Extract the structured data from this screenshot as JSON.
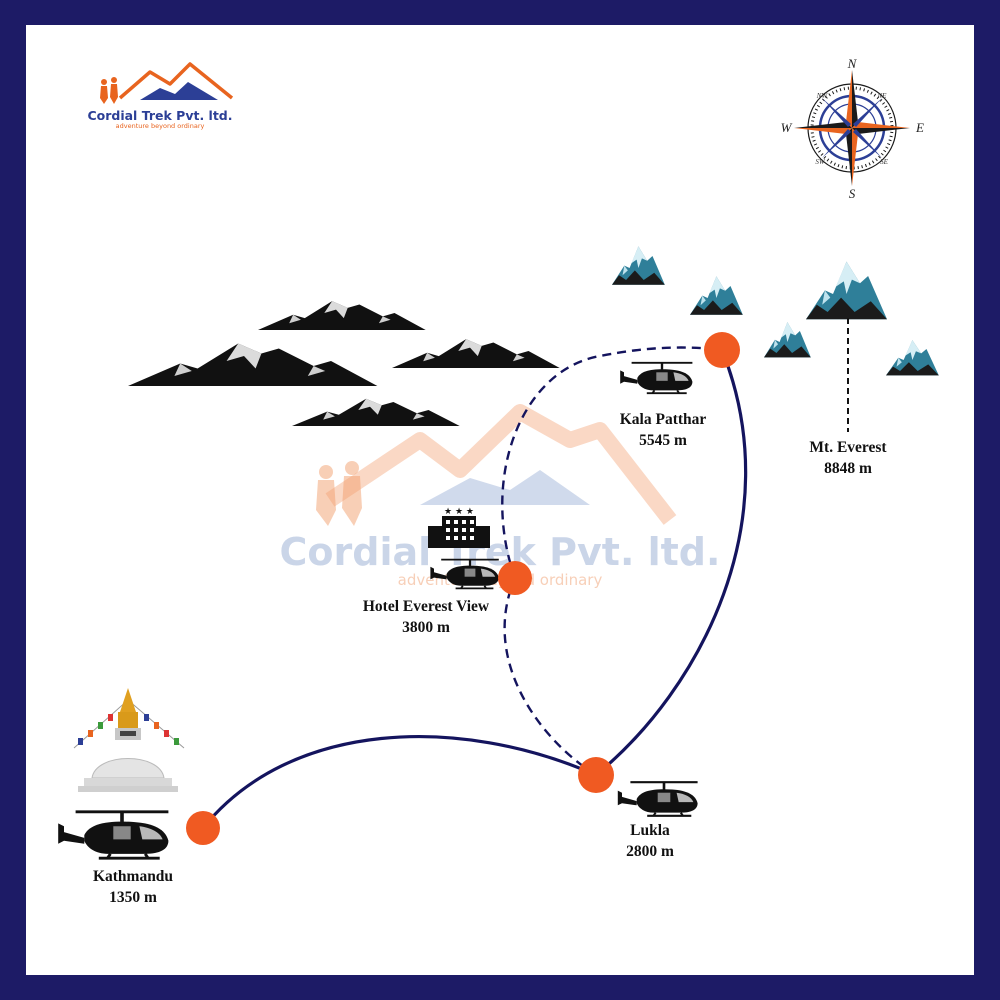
{
  "brand": {
    "name": "Cordial Trek Pvt. ltd.",
    "tagline": "adventure beyond ordinary",
    "watermark_name": "Cordial Trek Pvt. ltd.",
    "watermark_tagline": "adventure beyond ordinary"
  },
  "compass": {
    "n": "N",
    "s": "S",
    "e": "E",
    "w": "W",
    "ne": "NE",
    "nw": "NW",
    "se": "SE",
    "sw": "SW"
  },
  "locations": {
    "kathmandu": {
      "name": "Kathmandu",
      "elevation": "1350 m"
    },
    "lukla": {
      "name": "Lukla",
      "elevation": "2800 m"
    },
    "hotel": {
      "name": "Hotel Everest View",
      "elevation": "3800 m"
    },
    "kala_patthar": {
      "name": "Kala Patthar",
      "elevation": "5545 m"
    },
    "everest": {
      "name": "Mt. Everest",
      "elevation": "8848 m"
    }
  },
  "colors": {
    "frame": "#1d1b66",
    "route": "#14145e",
    "marker": "#f05a22",
    "mountain_dark": "#111111",
    "snow_peak": "#3a8fa8"
  }
}
